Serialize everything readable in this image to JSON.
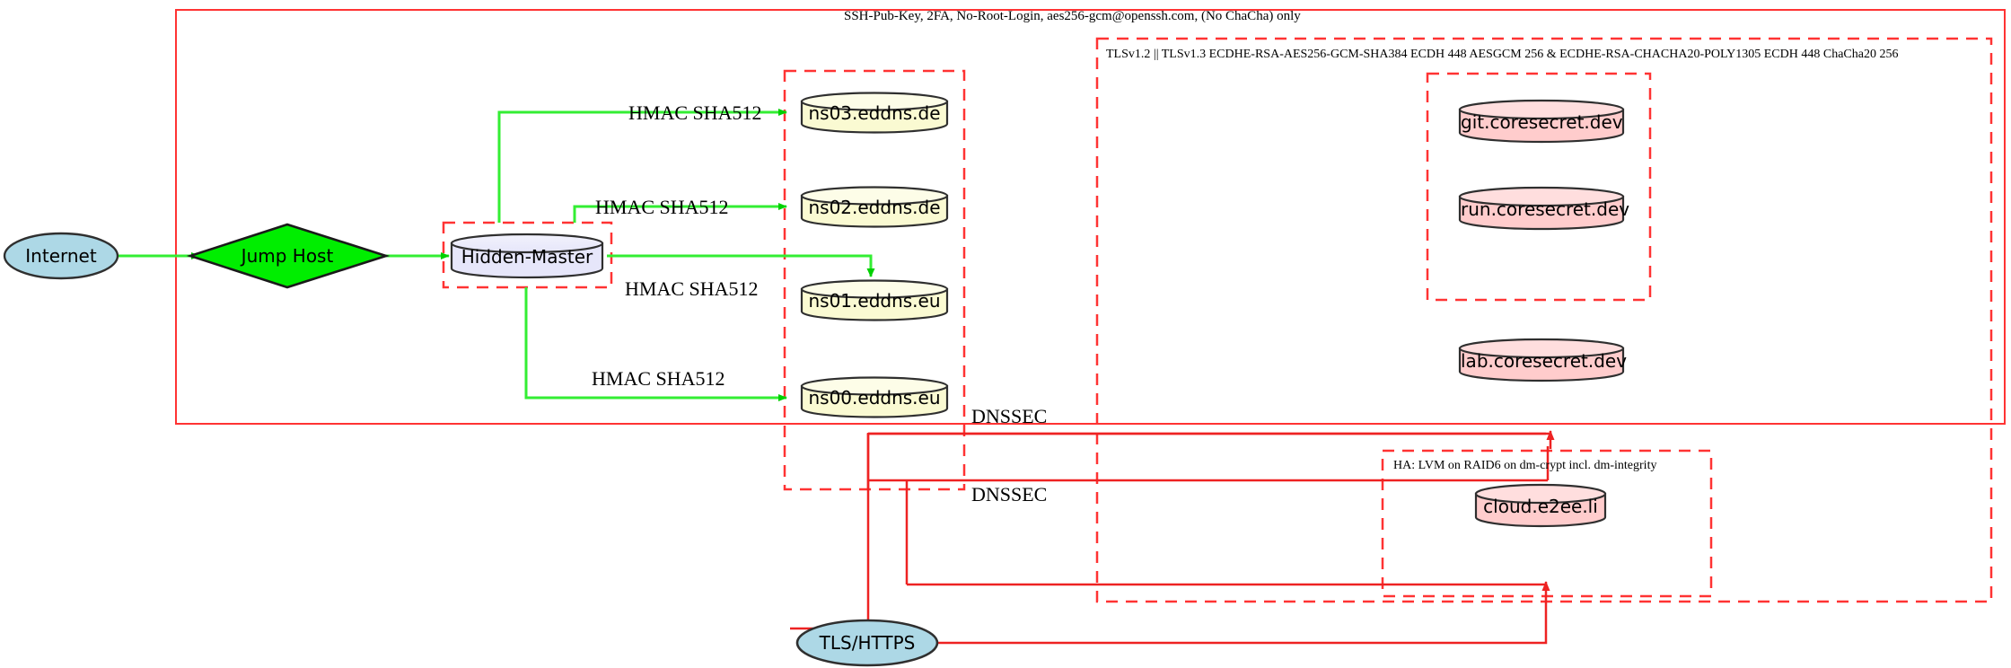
{
  "diagram": {
    "title_label": "SSH-Pub-Key, 2FA, No-Root-Login, aes256-gcm@openssh.com, (No ChaCha) only",
    "colors": {
      "boundary_red": "#ff3333",
      "ssh_green": "#33ff33",
      "internet_fill": "#add8e6",
      "jumphost_fill": "#00ee00",
      "hidden_master_fill": "#e6e6fa",
      "dns_fill": "#fafad2",
      "app_fill": "#ffcccc",
      "tls_fill": "#add8e6",
      "stroke_dark": "#2f2f2f"
    },
    "clusters": {
      "ssh_boundary": {
        "label": "SSH-Pub-Key, 2FA, No-Root-Login, aes256-gcm@openssh.com, (No ChaCha) only"
      },
      "tls_boundary": {
        "label": "TLSv1.2 || TLSv1.3 ECDHE-RSA-AES256-GCM-SHA384 ECDH 448 AESGCM 256 & ECDHE-RSA-CHACHA20-POLY1305 ECDH 448 ChaCha20 256"
      },
      "ha_boundary": {
        "label": "HA: LVM on RAID6 on dm-crypt incl. dm-integrity"
      },
      "hidden_master_box": {
        "label": ""
      },
      "dns_box": {
        "label": ""
      },
      "coresecret_box": {
        "label": ""
      },
      "cloud_box": {
        "label": ""
      }
    },
    "nodes": [
      {
        "id": "internet",
        "label": "Internet",
        "shape": "ellipse",
        "fill": "#add8e6"
      },
      {
        "id": "jump-host",
        "label": "Jump Host",
        "shape": "diamond",
        "fill": "#00ee00"
      },
      {
        "id": "hidden-master",
        "label": "Hidden-Master",
        "shape": "cylinder",
        "fill": "#e6e6fa"
      },
      {
        "id": "ns03",
        "label": "ns03.eddns.de",
        "shape": "cylinder",
        "fill": "#fafad2"
      },
      {
        "id": "ns02",
        "label": "ns02.eddns.de",
        "shape": "cylinder",
        "fill": "#fafad2"
      },
      {
        "id": "ns01",
        "label": "ns01.eddns.eu",
        "shape": "cylinder",
        "fill": "#fafad2"
      },
      {
        "id": "ns00",
        "label": "ns00.eddns.eu",
        "shape": "cylinder",
        "fill": "#fafad2"
      },
      {
        "id": "git",
        "label": "git.coresecret.dev",
        "shape": "cylinder",
        "fill": "#ffcccc"
      },
      {
        "id": "run",
        "label": "run.coresecret.dev",
        "shape": "cylinder",
        "fill": "#ffcccc"
      },
      {
        "id": "lab",
        "label": "lab.coresecret.dev",
        "shape": "cylinder",
        "fill": "#ffcccc"
      },
      {
        "id": "cloud",
        "label": "cloud.e2ee.li",
        "shape": "cylinder",
        "fill": "#ffcccc"
      },
      {
        "id": "tls-https",
        "label": "TLS/HTTPS",
        "shape": "ellipse",
        "fill": "#add8e6"
      }
    ],
    "edges": [
      {
        "from": "internet",
        "to": "jump-host",
        "label": "",
        "color": "#33ff33"
      },
      {
        "from": "jump-host",
        "to": "hidden-master",
        "label": "",
        "color": "#33ff33"
      },
      {
        "from": "hidden-master",
        "to": "ns03",
        "label": "HMAC SHA512",
        "color": "#33ff33"
      },
      {
        "from": "hidden-master",
        "to": "ns02",
        "label": "HMAC SHA512",
        "color": "#33ff33"
      },
      {
        "from": "hidden-master",
        "to": "ns01",
        "label": "HMAC SHA512",
        "color": "#33ff33"
      },
      {
        "from": "hidden-master",
        "to": "ns00",
        "label": "HMAC SHA512",
        "color": "#33ff33"
      },
      {
        "from": "ns-cluster",
        "to": "coresecret",
        "label": "DNSSEC",
        "color": "#ff3333"
      },
      {
        "from": "ns-cluster",
        "to": "cloud",
        "label": "DNSSEC",
        "color": "#ff3333"
      },
      {
        "from": "tls-https",
        "to": "coresecret",
        "label": "",
        "color": "#ff3333"
      },
      {
        "from": "tls-https",
        "to": "cloud",
        "label": "",
        "color": "#ff3333"
      }
    ],
    "edge_labels": {
      "hmac_1": "HMAC SHA512",
      "hmac_2": "HMAC SHA512",
      "hmac_3": "HMAC SHA512",
      "hmac_4": "HMAC SHA512",
      "dnssec_1": "DNSSEC",
      "dnssec_2": "DNSSEC"
    }
  }
}
